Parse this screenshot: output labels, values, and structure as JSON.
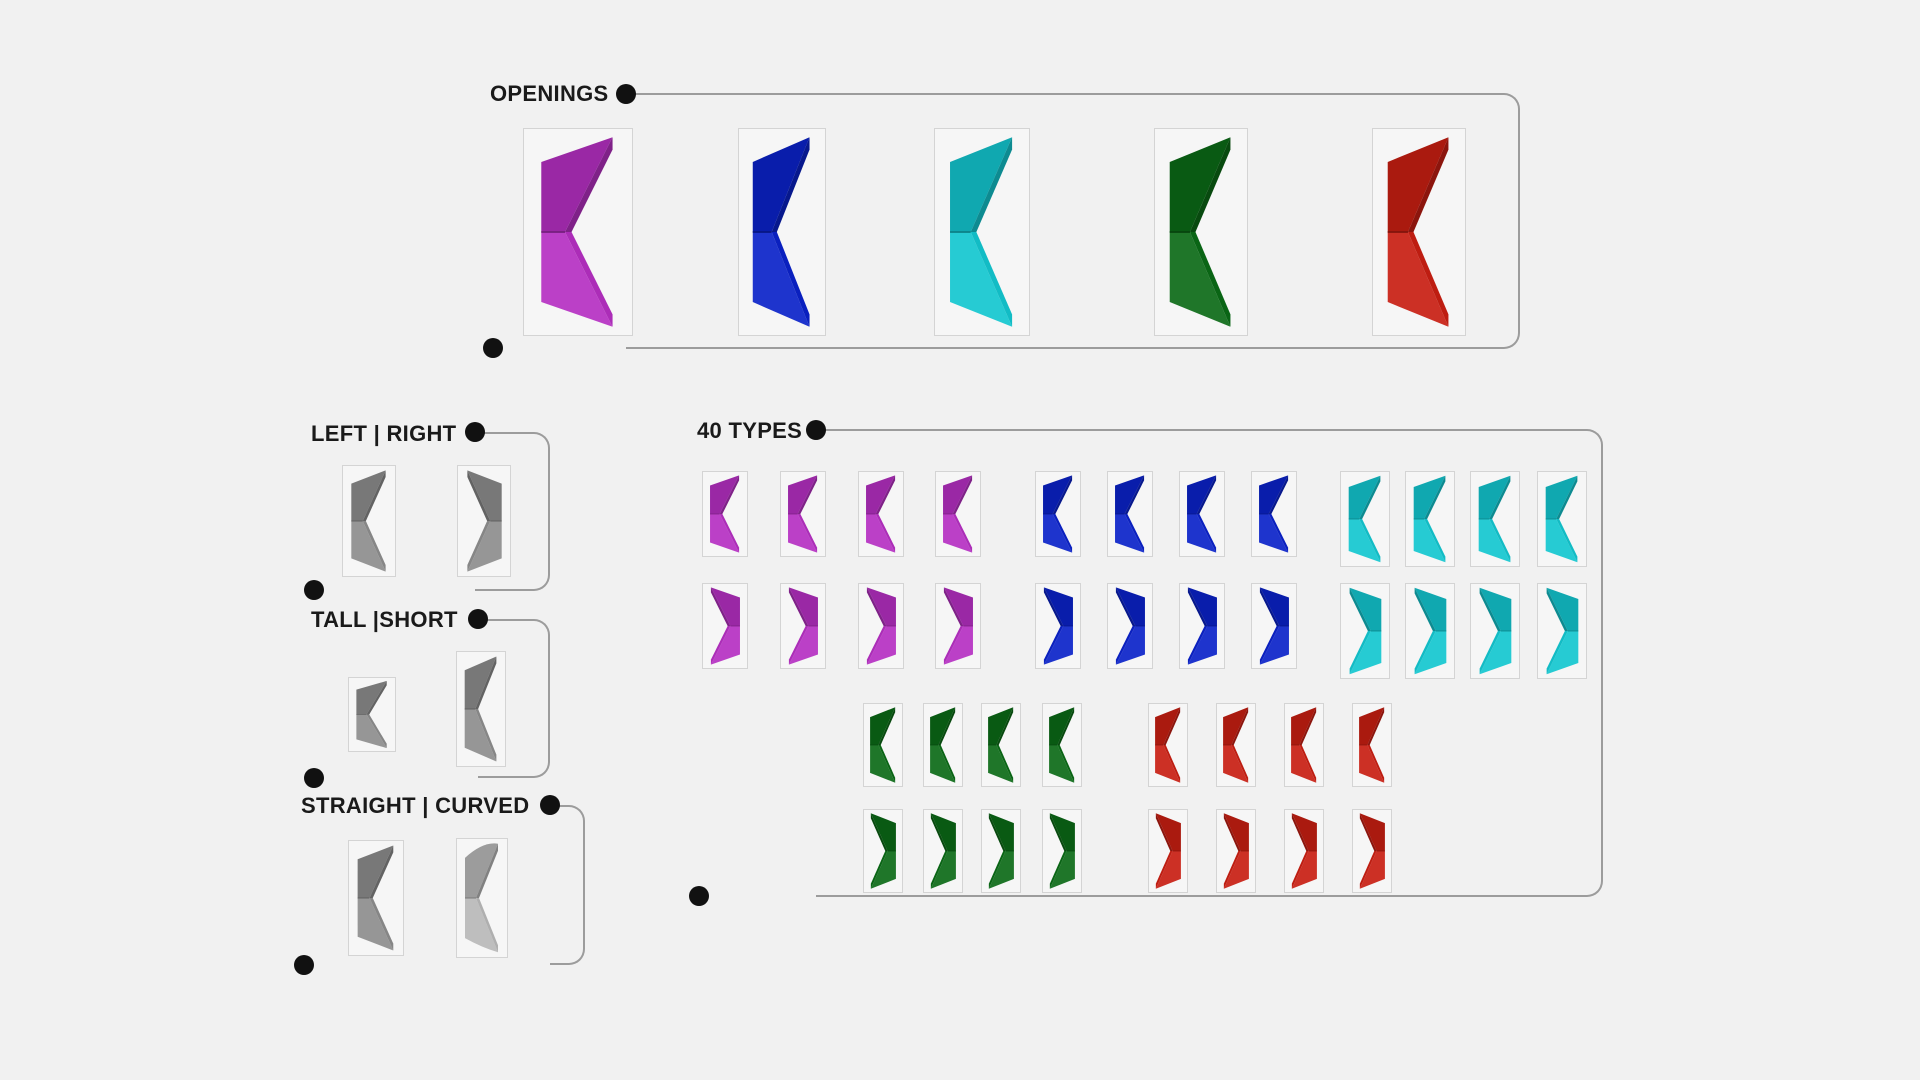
{
  "labels": {
    "openings": "OPENINGS",
    "left_right": "LEFT | RIGHT",
    "tall_short": "TALL |SHORT",
    "straight_curved": "STRAIGHT | CURVED",
    "types": "40 TYPES"
  },
  "colors": {
    "magenta": "#b52fc2",
    "blue": "#0a22c9",
    "cyan": "#13c6cf",
    "green": "#0b6a16",
    "red": "#c81e12",
    "grey": "#8d8d8d",
    "light_grey": "#b8b8b8",
    "line": "#9c9c9c",
    "dot": "#111111",
    "background": "#f1f1f1"
  },
  "openings": [
    {
      "color": "magenta"
    },
    {
      "color": "blue"
    },
    {
      "color": "cyan"
    },
    {
      "color": "green"
    },
    {
      "color": "red"
    }
  ],
  "left_right": [
    {
      "color": "grey",
      "orientation": "left"
    },
    {
      "color": "grey",
      "orientation": "right"
    }
  ],
  "tall_short": [
    {
      "color": "grey",
      "size": "short"
    },
    {
      "color": "grey",
      "size": "tall"
    }
  ],
  "straight_curved": [
    {
      "color": "grey",
      "edge": "straight"
    },
    {
      "color": "light_grey",
      "edge": "curved"
    }
  ],
  "types": {
    "colors_top_block": [
      "magenta",
      "blue",
      "cyan"
    ],
    "colors_bottom_block": [
      "green",
      "red"
    ],
    "per_group": 4,
    "orientations": [
      "left",
      "right"
    ],
    "total": 40
  }
}
